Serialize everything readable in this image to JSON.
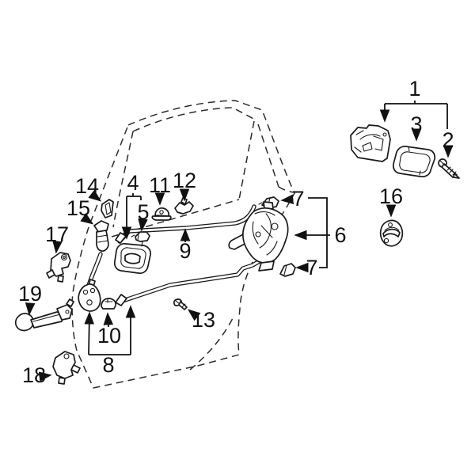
{
  "diagram": {
    "callouts": {
      "p1": "1",
      "p2": "2",
      "p3": "3",
      "p4": "4",
      "p5": "5",
      "p6": "6",
      "p7_top": "7",
      "p7_bottom": "7",
      "p8": "8",
      "p9": "9",
      "p10": "10",
      "p11": "11",
      "p12": "12",
      "p13": "13",
      "p14": "14",
      "p15": "15",
      "p16": "16",
      "p17": "17",
      "p18": "18",
      "p19": "19"
    },
    "highlighted_callout": "12",
    "colors": {
      "line": "#1a1a1a",
      "highlight": "#26437f",
      "background": "#ffffff"
    }
  }
}
